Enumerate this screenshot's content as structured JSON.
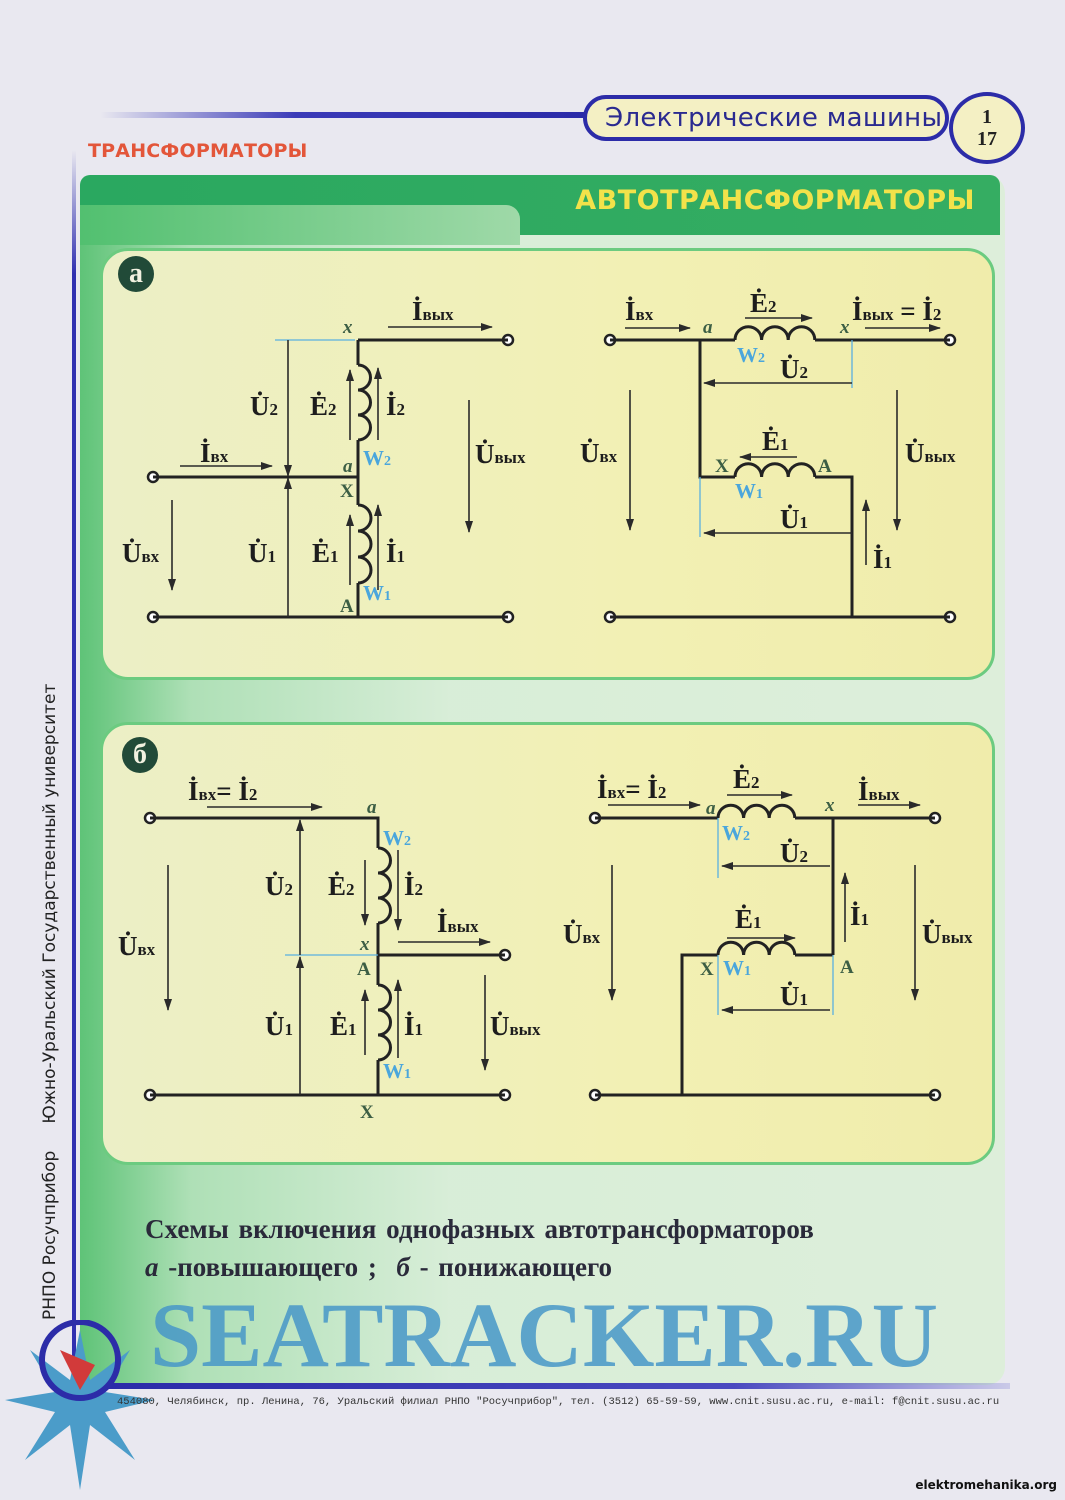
{
  "header": {
    "subject": "Электрические машины",
    "sheet_number": "1",
    "page_number": "17",
    "section": "ТРАНСФОРМАТОРЫ",
    "title": "АВТОТРАНСФОРМАТОРЫ"
  },
  "panels": {
    "a_badge": "а",
    "b_badge": "б"
  },
  "diagrams": {
    "a_left": {
      "I_out": [
        [
          "İ",
          "вых"
        ]
      ],
      "x": [
        [
          "x",
          ""
        ]
      ],
      "U2": [
        [
          "U̇",
          "2"
        ]
      ],
      "E2": [
        [
          "Ė",
          "2"
        ]
      ],
      "I2": [
        [
          "İ",
          "2"
        ]
      ],
      "I_in": [
        [
          "İ",
          "вх"
        ]
      ],
      "a": [
        [
          "a",
          ""
        ]
      ],
      "W2": [
        [
          "W",
          "2"
        ]
      ],
      "X": [
        [
          "X",
          ""
        ]
      ],
      "U_out": [
        [
          "U̇",
          "вых"
        ]
      ],
      "U_in": [
        [
          "U̇",
          "вх"
        ]
      ],
      "U1": [
        [
          "U̇",
          "1"
        ]
      ],
      "E1": [
        [
          "Ė",
          "1"
        ]
      ],
      "I1": [
        [
          "İ",
          "1"
        ]
      ],
      "W1": [
        [
          "W",
          "1"
        ]
      ],
      "A": [
        [
          "A",
          ""
        ]
      ]
    },
    "a_right": {
      "I_in": [
        [
          "İ",
          "вх"
        ]
      ],
      "E2": [
        [
          "Ė",
          "2"
        ]
      ],
      "I_out": [
        [
          "İ",
          "вых"
        ],
        [
          " = İ",
          "2"
        ]
      ],
      "a": [
        [
          "a",
          ""
        ]
      ],
      "x": [
        [
          "x",
          ""
        ]
      ],
      "W2": [
        [
          "W",
          "2"
        ]
      ],
      "U2": [
        [
          "U̇",
          "2"
        ]
      ],
      "U_in": [
        [
          "U̇",
          "вх"
        ]
      ],
      "E1": [
        [
          "Ė",
          "1"
        ]
      ],
      "X": [
        [
          "X",
          ""
        ]
      ],
      "A": [
        [
          "A",
          ""
        ]
      ],
      "U_out": [
        [
          "U̇",
          "вых"
        ]
      ],
      "W1": [
        [
          "W",
          "1"
        ]
      ],
      "U1": [
        [
          "U̇",
          "1"
        ]
      ],
      "I1": [
        [
          "İ",
          "1"
        ]
      ]
    },
    "b_left": {
      "I_in": [
        [
          "İ",
          "вх"
        ],
        [
          "= İ",
          "2"
        ]
      ],
      "a": [
        [
          "a",
          ""
        ]
      ],
      "W2": [
        [
          "W",
          "2"
        ]
      ],
      "U2": [
        [
          "U̇",
          "2"
        ]
      ],
      "E2": [
        [
          "Ė",
          "2"
        ]
      ],
      "I2": [
        [
          "İ",
          "2"
        ]
      ],
      "I_out": [
        [
          "İ",
          "вых"
        ]
      ],
      "x": [
        [
          "x",
          ""
        ]
      ],
      "A": [
        [
          "A",
          ""
        ]
      ],
      "U_in": [
        [
          "U̇",
          "вх"
        ]
      ],
      "U1": [
        [
          "U̇",
          "1"
        ]
      ],
      "E1": [
        [
          "Ė",
          "1"
        ]
      ],
      "I1": [
        [
          "İ",
          "1"
        ]
      ],
      "U_out": [
        [
          "U̇",
          "вых"
        ]
      ],
      "W1": [
        [
          "W",
          "1"
        ]
      ],
      "X": [
        [
          "X",
          ""
        ]
      ]
    },
    "b_right": {
      "I_in": [
        [
          "İ",
          "вх"
        ],
        [
          "= İ",
          "2"
        ]
      ],
      "E2": [
        [
          "Ė",
          "2"
        ]
      ],
      "x": [
        [
          "x",
          ""
        ]
      ],
      "I_out": [
        [
          "İ",
          "вых"
        ]
      ],
      "a": [
        [
          "a",
          ""
        ]
      ],
      "W2": [
        [
          "W",
          "2"
        ]
      ],
      "U2": [
        [
          "U̇",
          "2"
        ]
      ],
      "I1": [
        [
          "İ",
          "1"
        ]
      ],
      "E1": [
        [
          "Ė",
          "1"
        ]
      ],
      "U_in": [
        [
          "U̇",
          "вх"
        ]
      ],
      "U_out": [
        [
          "U̇",
          "вых"
        ]
      ],
      "X": [
        [
          "X",
          ""
        ]
      ],
      "W1": [
        [
          "W",
          "1"
        ]
      ],
      "A": [
        [
          "A",
          ""
        ]
      ],
      "U1": [
        [
          "U̇",
          "1"
        ]
      ]
    }
  },
  "caption": {
    "line1": "Схемы включения  однофазных  автотрансформаторов",
    "a_letter": "а",
    "a_text": " -повышающего ;  ",
    "b_letter": "б",
    "b_text": " - понижающего"
  },
  "side": {
    "org": "РНПО Росучприбор",
    "university": "Южно-Уральский Государственный университет"
  },
  "footer": {
    "address": "454080, Челябинск, пр. Ленина, 76, Уральский филиал РНПО \"Росучприбор\", тел. (3512) 65-59-59, www.cnit.susu.ac.ru,  e-mail: f@cnit.susu.ac.ru",
    "watermark": "SEATRACKER.RU",
    "site": "elektromehanika.org"
  },
  "colors": {
    "title_text": "#f2e24a",
    "section_text": "#e3563a",
    "panel_border": "#6ccb80",
    "winding_label": "#4aa6dc",
    "node_label": "#3c5e44",
    "header_blue": "#2c2ca8"
  }
}
